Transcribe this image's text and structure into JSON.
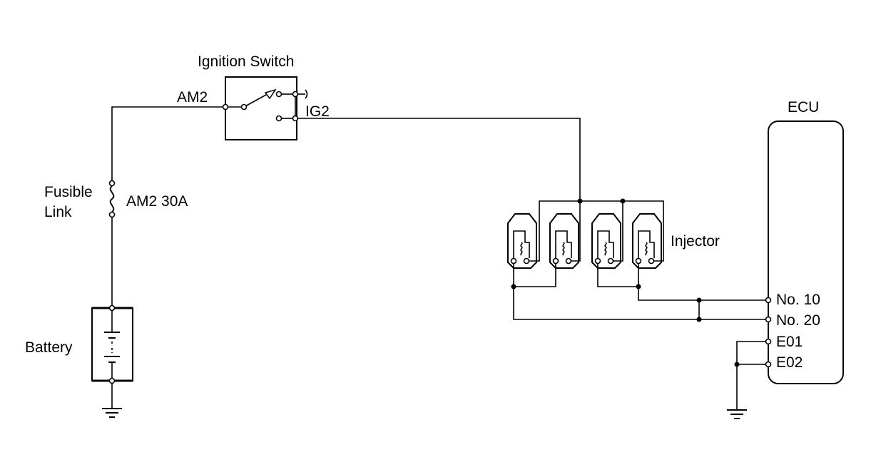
{
  "labels": {
    "ignition_switch": "Ignition Switch",
    "am2": "AM2",
    "ig2": "IG2",
    "fusible_link_line1": "Fusible",
    "fusible_link_line2": "Link",
    "fuse_rating": "AM2 30A",
    "battery": "Battery",
    "injector": "Injector",
    "ecu": "ECU",
    "ecu_no10": "No. 10",
    "ecu_no20": "No. 20",
    "ecu_e01": "E01",
    "ecu_e02": "E02"
  }
}
